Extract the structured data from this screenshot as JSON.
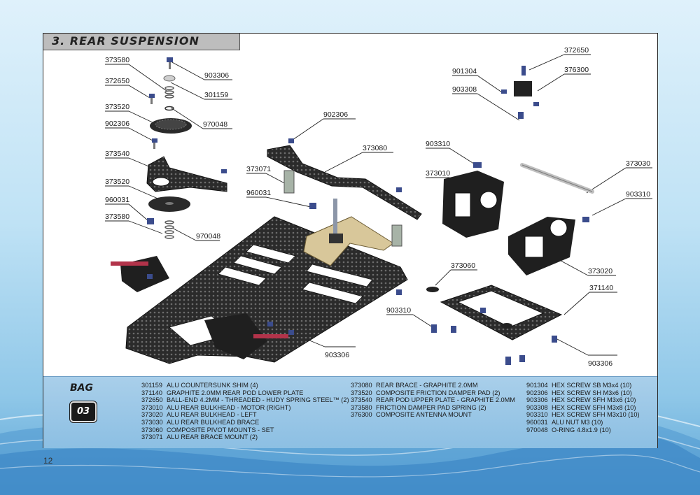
{
  "section_title": "3. REAR SUSPENSION",
  "page_number": "12",
  "bag": {
    "label": "BAG",
    "number": "03"
  },
  "callouts": [
    "373580",
    "903306",
    "372650",
    "301159",
    "373520",
    "970048",
    "902306",
    "373540",
    "373520",
    "960031",
    "373580",
    "970048",
    "902306",
    "373071",
    "373080",
    "960031",
    "901304",
    "903308",
    "372650",
    "376300",
    "903310",
    "373010",
    "373030",
    "903310",
    "373020",
    "373060",
    "371140",
    "903310",
    "903306",
    "903306"
  ],
  "parts": {
    "col1": [
      {
        "code": "301159",
        "desc": "ALU COUNTERSUNK SHIM (4)"
      },
      {
        "code": "371140",
        "desc": "GRAPHITE 2.0MM REAR POD LOWER PLATE"
      },
      {
        "code": "372650",
        "desc": "BALL-END 4.2MM - THREADED - HUDY SPRING STEEL™ (2)"
      },
      {
        "code": "373010",
        "desc": "ALU REAR BULKHEAD - MOTOR (RIGHT)"
      },
      {
        "code": "373020",
        "desc": "ALU REAR BULKHEAD - LEFT"
      },
      {
        "code": "373030",
        "desc": "ALU REAR BULKHEAD BRACE"
      },
      {
        "code": "373060",
        "desc": "COMPOSITE PIVOT MOUNTS - SET"
      },
      {
        "code": "373071",
        "desc": "ALU REAR BRACE MOUNT (2)"
      }
    ],
    "col2": [
      {
        "code": "373080",
        "desc": "REAR BRACE - GRAPHITE 2.0MM"
      },
      {
        "code": "373520",
        "desc": "COMPOSITE FRICTION DAMPER PAD (2)"
      },
      {
        "code": "373540",
        "desc": "REAR POD UPPER PLATE - GRAPHITE 2.0MM"
      },
      {
        "code": "373580",
        "desc": "FRICTION DAMPER PAD SPRING (2)"
      },
      {
        "code": "376300",
        "desc": "COMPOSITE ANTENNA MOUNT"
      }
    ],
    "col3": [
      {
        "code": "901304",
        "desc": "HEX SCREW SB M3x4 (10)"
      },
      {
        "code": "902306",
        "desc": "HEX SCREW SH M3x6 (10)"
      },
      {
        "code": "903306",
        "desc": "HEX SCREW SFH M3x6 (10)"
      },
      {
        "code": "903308",
        "desc": "HEX SCREW SFH M3x8 (10)"
      },
      {
        "code": "903310",
        "desc": "HEX SCREW SFH M3x10 (10)"
      },
      {
        "code": "960031",
        "desc": "ALU NUT M3 (10)"
      },
      {
        "code": "970048",
        "desc": "O-RING 4.8x1.9 (10)"
      }
    ]
  }
}
